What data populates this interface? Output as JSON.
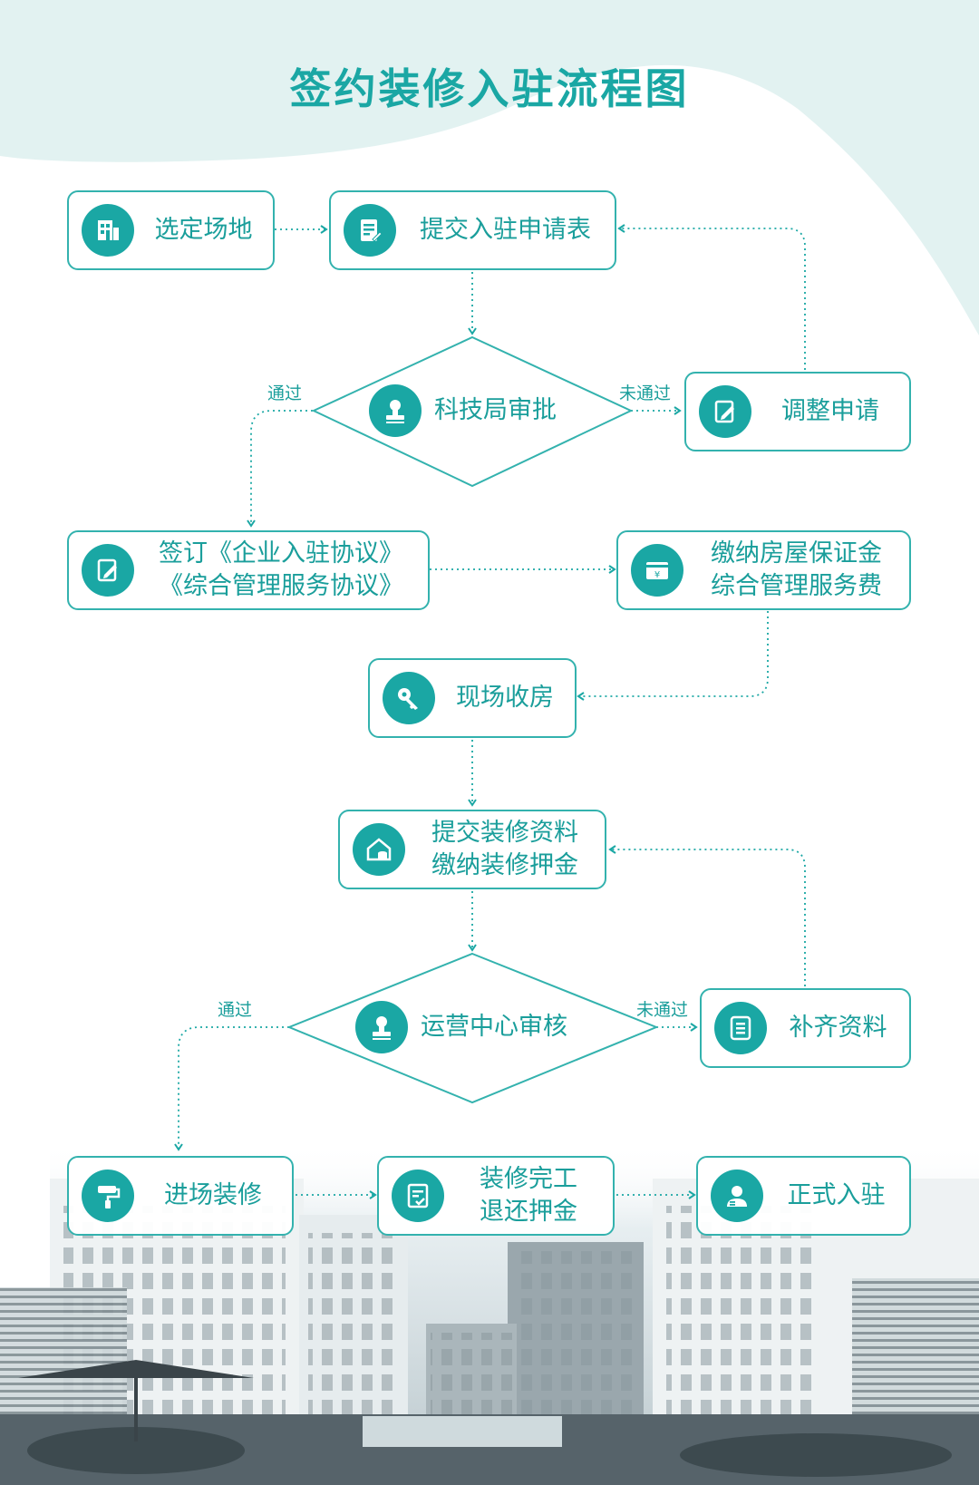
{
  "title": "签约装修入驻流程图",
  "nodes": {
    "select_site": "选定场地",
    "submit_application": "提交入驻申请表",
    "tech_approval": "科技局审批",
    "adjust_application": "调整申请",
    "sign_line1": "签订《企业入驻协议》",
    "sign_line2": "《综合管理服务协议》",
    "pay_line1": "缴纳房屋保证金",
    "pay_line2": "综合管理服务费",
    "site_handover": "现场收房",
    "reno_line1": "提交装修资料",
    "reno_line2": "缴纳装修押金",
    "ops_review": "运营中心审核",
    "supplement": "补齐资料",
    "start_renovation": "进场装修",
    "complete_line1": "装修完工",
    "complete_line2": "退还押金",
    "move_in": "正式入驻"
  },
  "edge_labels": {
    "pass1": "通过",
    "fail1": "未通过",
    "pass2": "通过",
    "fail2": "未通过"
  },
  "colors": {
    "accent": "#1aa7a4",
    "text": "#1a9e9b",
    "border": "#33b2ae"
  },
  "icons": {
    "select_site": "building-icon",
    "submit_application": "form-icon",
    "tech_approval": "stamp-icon",
    "adjust_application": "edit-icon",
    "sign": "edit-icon",
    "pay": "wallet-icon",
    "site_handover": "key-icon",
    "reno": "house-icon",
    "ops_review": "stamp-icon",
    "supplement": "list-icon",
    "start_renovation": "paint-roller-icon",
    "complete": "checklist-icon",
    "move_in": "user-icon"
  }
}
